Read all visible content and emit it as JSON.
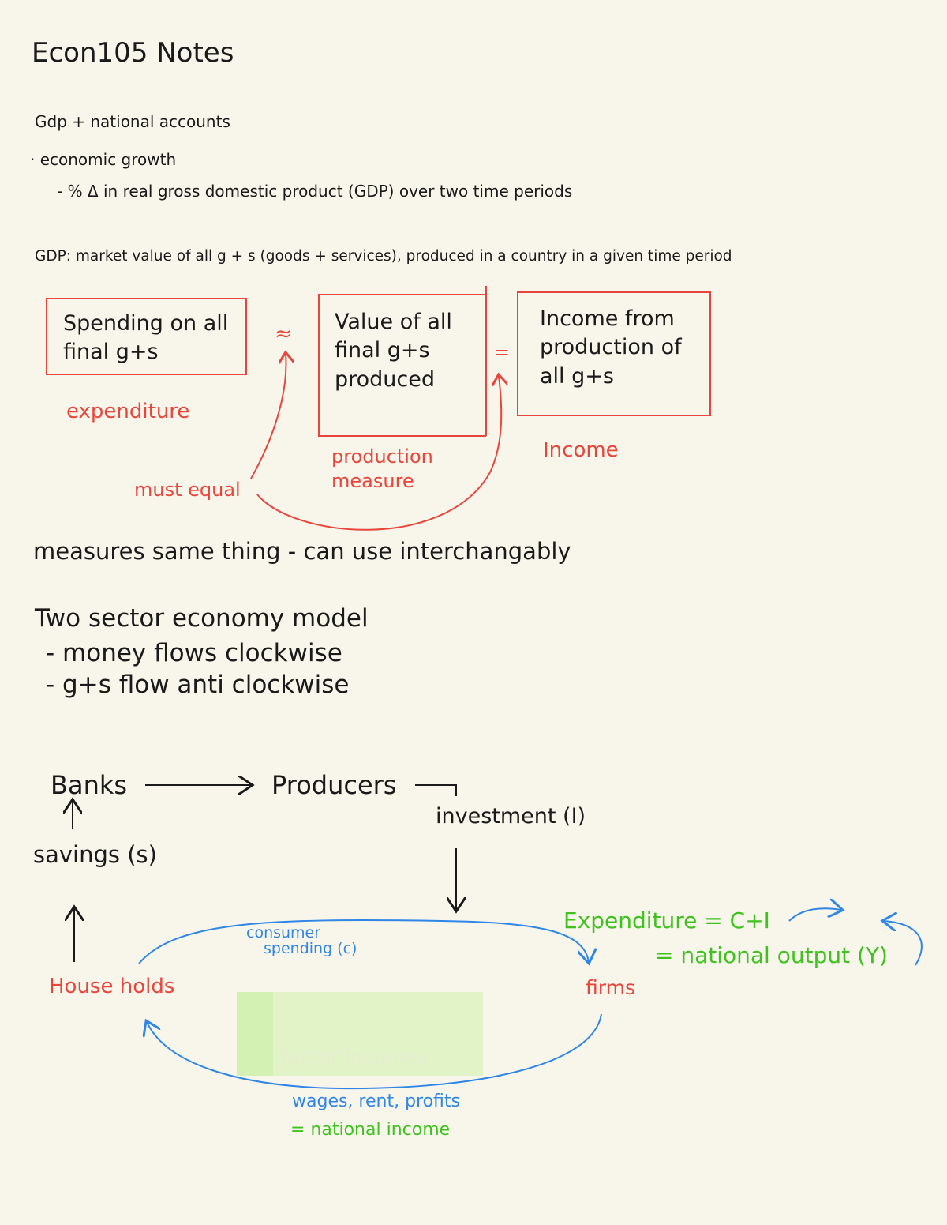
{
  "title": "Econ105 Notes",
  "lines": {
    "gdp_heading": "Gdp + national accounts",
    "econ_growth": "· economic growth",
    "growth_def": "- % Δ in real gross domestic product (GDP) over two time periods",
    "gdp_def": "GDP: market value of all g + s (goods + services), produced in a country in a given time period"
  },
  "boxes": {
    "spending": [
      "Spending on all",
      "final g+s"
    ],
    "value": [
      "Value of all",
      "final g+s",
      "produced"
    ],
    "income": [
      "Income from",
      "production of",
      "all g+s"
    ],
    "approx_sign": "≈",
    "equals_sign": "="
  },
  "labels": {
    "expenditure": "expenditure",
    "production": [
      "production",
      "measure"
    ],
    "income": "Income",
    "must_equal": "must equal"
  },
  "measures_line": "measures same thing - can use interchangably",
  "two_sector": {
    "title": "Two sector economy model",
    "bullets": [
      "- money flows clockwise",
      "- g+s flow anti clockwise"
    ]
  },
  "flow": {
    "banks": "Banks",
    "producers": "Producers",
    "investment": "investment (I)",
    "savings": "savings (s)",
    "households": "House holds",
    "firms": "firms",
    "consumer_spending": [
      "consumer",
      "spending (c)"
    ],
    "factor_incomes": "factor incomes",
    "wages": "wages, rent, profits",
    "national_income": "= national income",
    "expenditure_eq": "Expenditure = C+I",
    "national_output": "= national output (Y)"
  },
  "colors": {
    "red": "#e8453c",
    "blue": "#2f86e6",
    "green": "#3fc21f",
    "ink": "#1a1a1a",
    "paper": "#f8f6ea"
  }
}
